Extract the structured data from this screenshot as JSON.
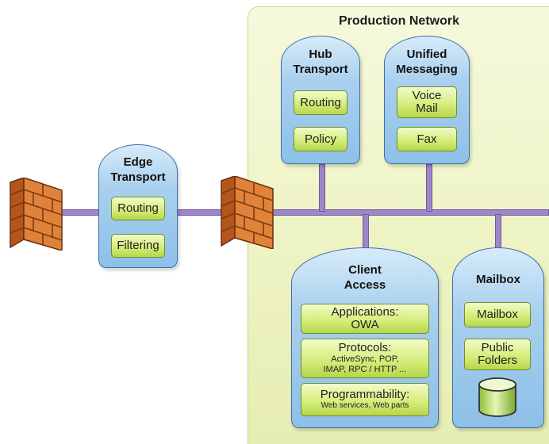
{
  "zone": {
    "title": "Production Network"
  },
  "edge_transport": {
    "title_line1": "Edge",
    "title_line2": "Transport",
    "roles": [
      "Routing",
      "Filtering"
    ]
  },
  "hub_transport": {
    "title_line1": "Hub",
    "title_line2": "Transport",
    "roles": [
      "Routing",
      "Policy"
    ]
  },
  "unified_messaging": {
    "title_line1": "Unified",
    "title_line2": "Messaging",
    "voice_mail_line1": "Voice",
    "voice_mail_line2": "Mail",
    "fax": "Fax"
  },
  "client_access": {
    "title_line1": "Client",
    "title_line2": "Access",
    "applications_title": "Applications:",
    "applications_detail": "OWA",
    "protocols_title": "Protocols:",
    "protocols_detail1": "ActiveSync, POP,",
    "protocols_detail2": "IMAP, RPC / HTTP ...",
    "programmability_title": "Programmability:",
    "programmability_detail": "Web services, Web parts"
  },
  "mailbox": {
    "title": "Mailbox",
    "role_mailbox": "Mailbox",
    "public_folders_line1": "Public",
    "public_folders_line2": "Folders"
  },
  "colors": {
    "zone": "#eef3c4",
    "server": "#a9d0ee",
    "role": "#d3ec76",
    "connector": "#9d86c9",
    "firewall": "#d9772b"
  },
  "icons": [
    "brick-wall-firewall-icon",
    "database-cylinder-icon"
  ]
}
